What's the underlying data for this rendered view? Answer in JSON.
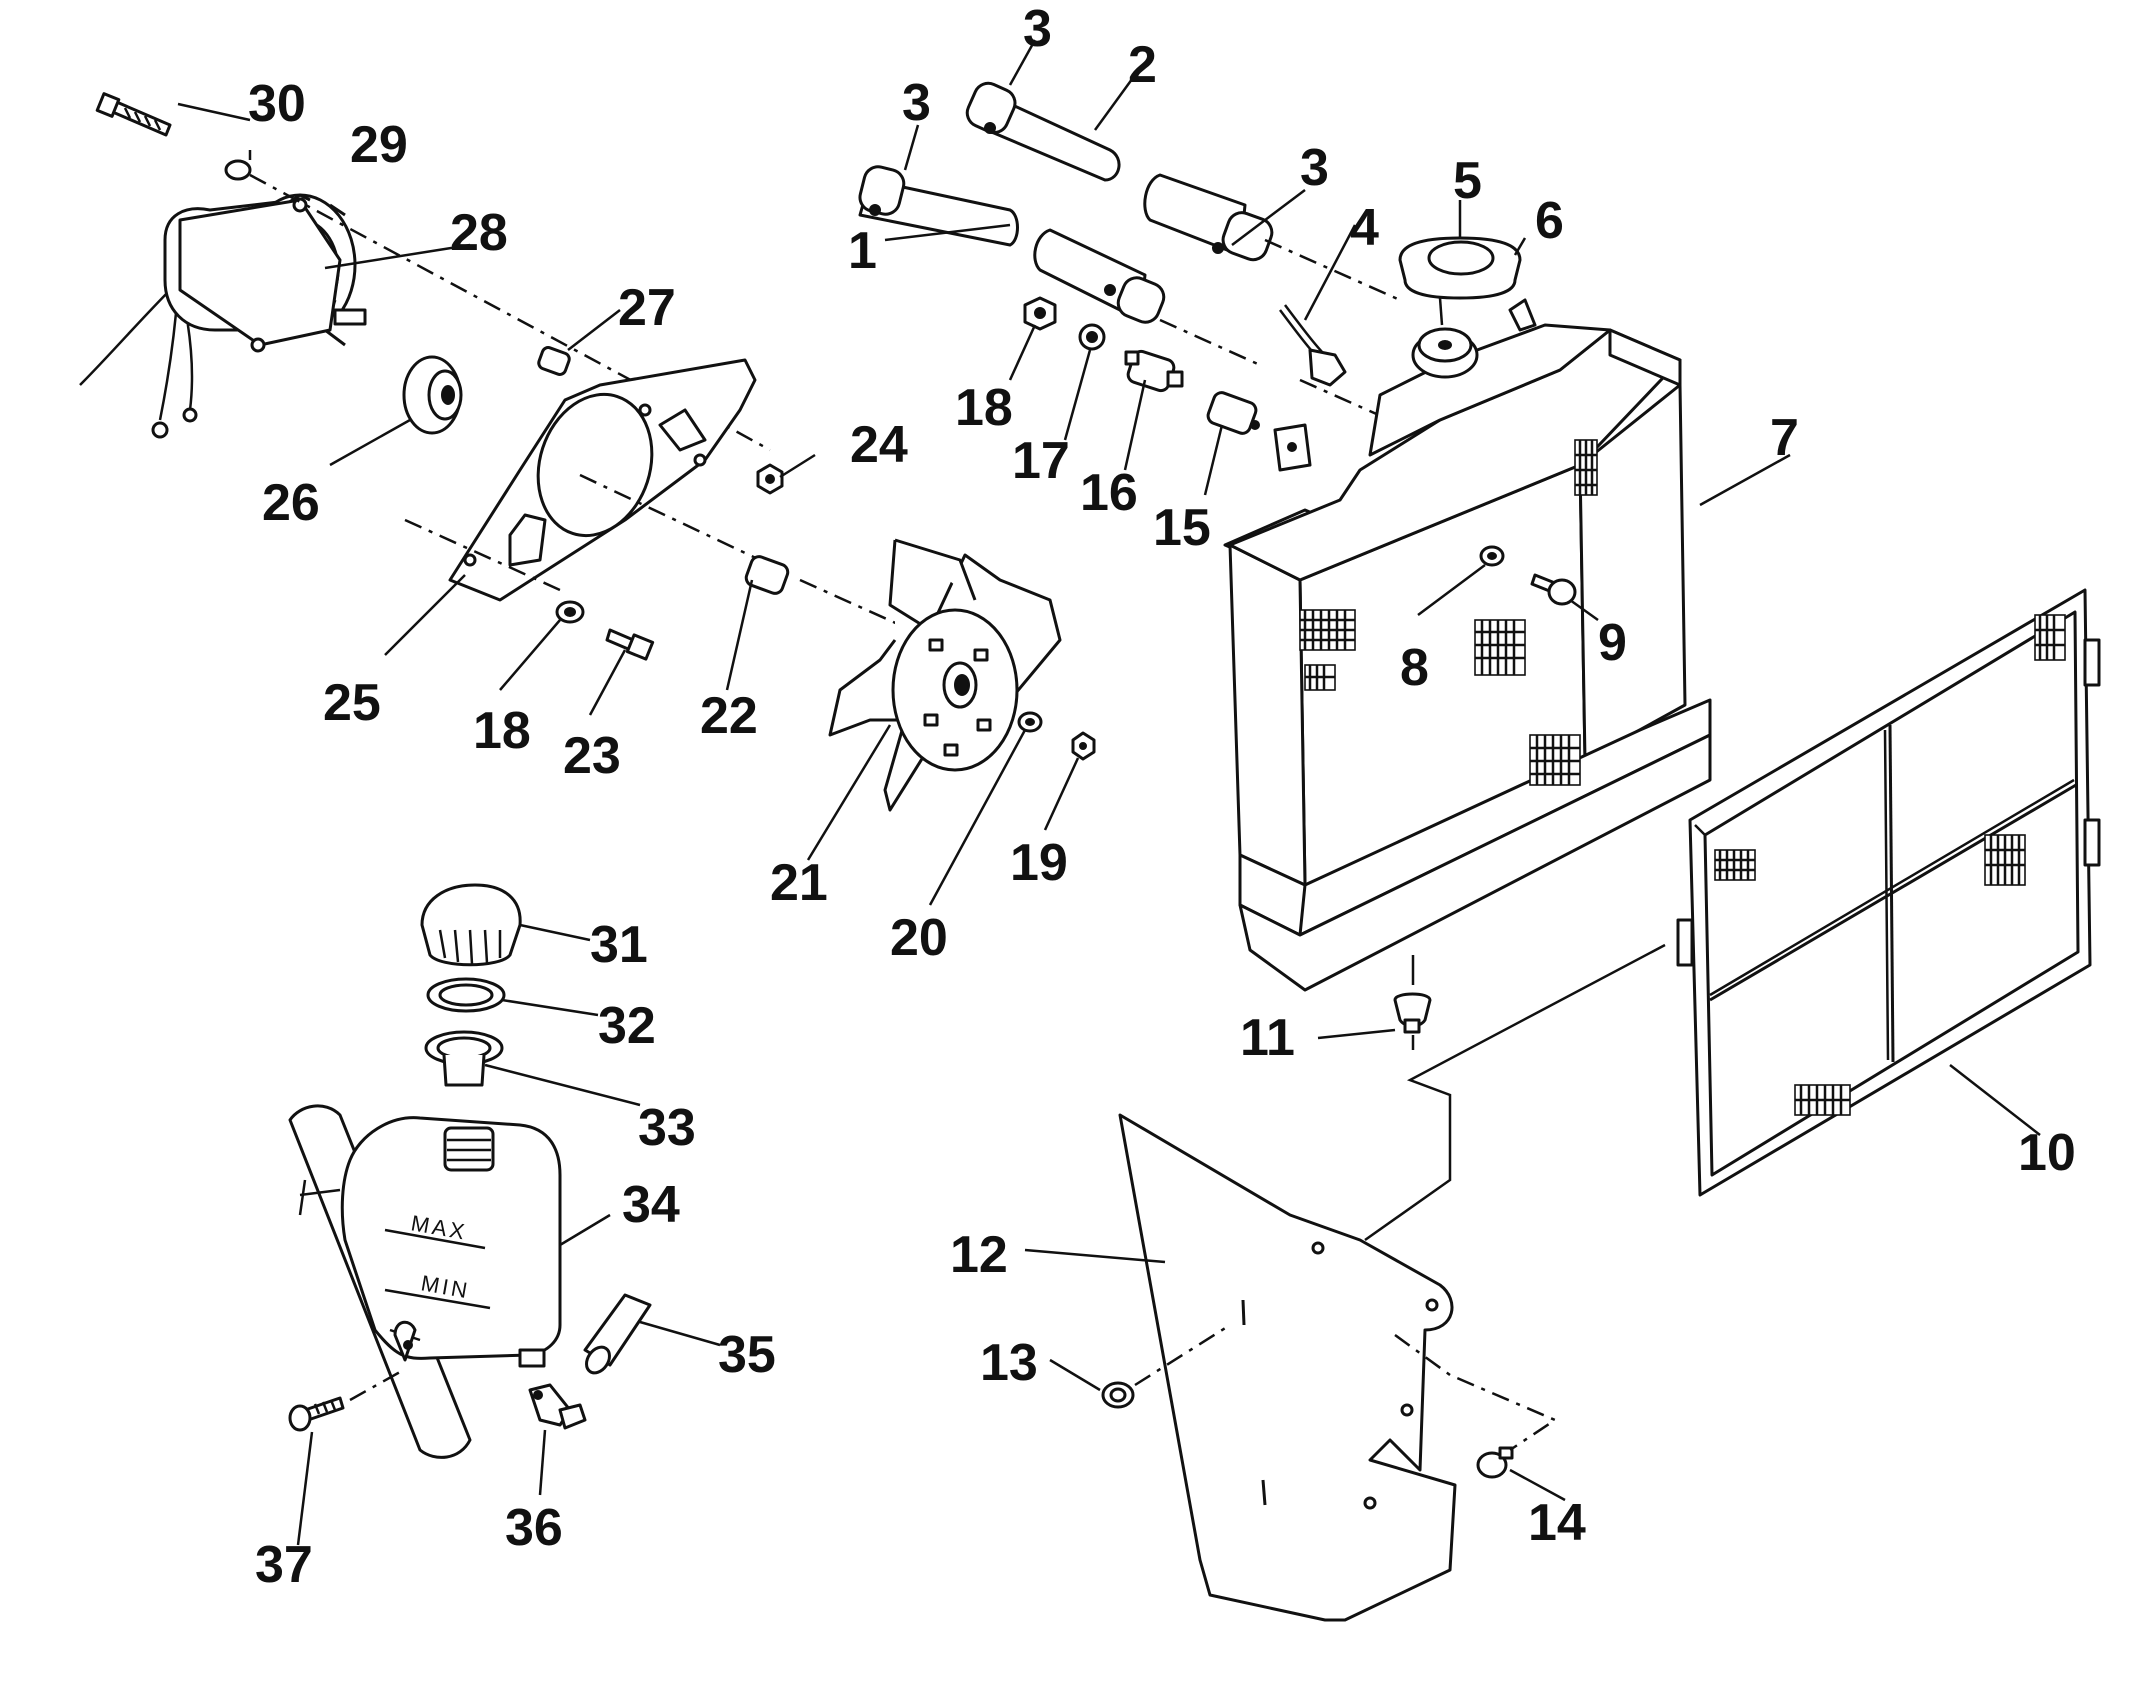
{
  "diagram": {
    "callouts": [
      "1",
      "2",
      "3",
      "3",
      "3",
      "4",
      "5",
      "6",
      "7",
      "8",
      "9",
      "10",
      "11",
      "12",
      "13",
      "14",
      "15",
      "16",
      "17",
      "18",
      "18",
      "19",
      "20",
      "21",
      "22",
      "23",
      "24",
      "25",
      "26",
      "27",
      "28",
      "29",
      "30",
      "31",
      "32",
      "33",
      "34",
      "35",
      "36",
      "37"
    ],
    "tank_labels": {
      "max": "MAX",
      "min": "MIN"
    }
  }
}
